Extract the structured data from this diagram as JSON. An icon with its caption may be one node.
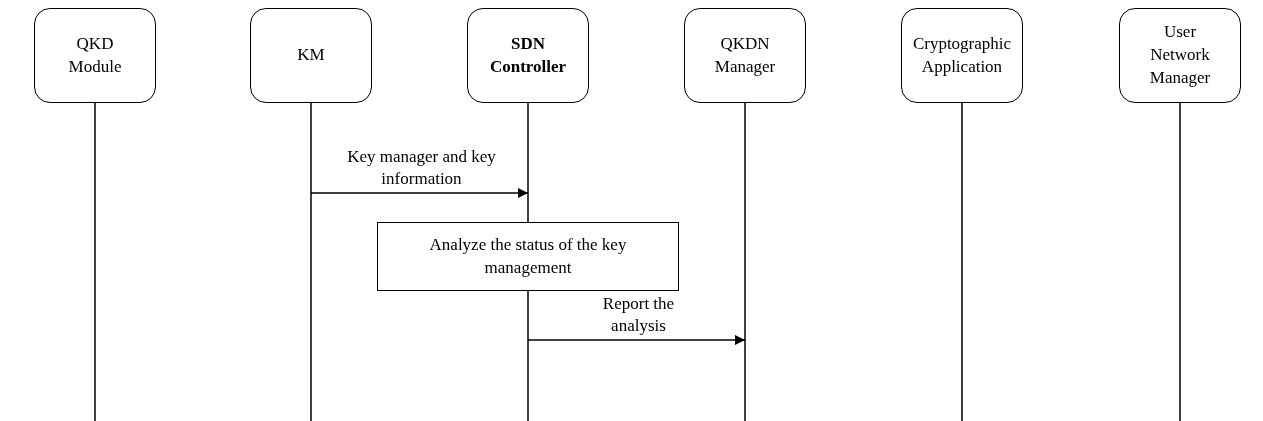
{
  "diagram": {
    "nodes": [
      {
        "text": [
          "QKD Module"
        ]
      },
      {
        "text": [
          "KM"
        ]
      },
      {
        "text": [
          "SDN Controller"
        ]
      },
      {
        "text": [
          "QKDN Manager"
        ]
      },
      {
        "text": [
          "Cryptographic Application"
        ]
      },
      {
        "text": [
          "User Network Manager"
        ]
      },
      {
        "text": [
          "Analyze the status of the key management"
        ]
      }
    ],
    "edges": [
      {
        "from": 1,
        "to": 2,
        "arrow": "to",
        "label": "Key manager and key information"
      },
      {
        "from": 2,
        "to": 3,
        "arrow": "to",
        "label": "Report the analysis"
      }
    ]
  }
}
